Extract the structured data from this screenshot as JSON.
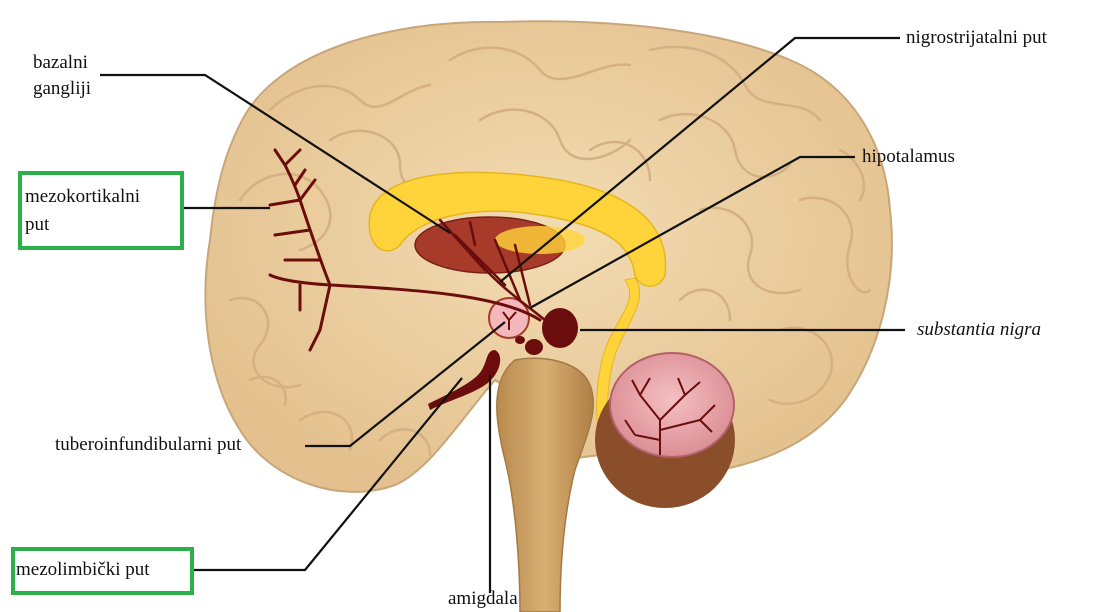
{
  "colors": {
    "highlight_box": "#2bb04a",
    "brain_fill": "#ecd2a4",
    "brain_outline": "#c9a67a",
    "pathway": "#6b0d0d",
    "basal_ganglia": "#ffd43a",
    "nucleus": "#a83a2a",
    "cerebellum": "#e9a3a8",
    "brainstem": "#c79a5c"
  },
  "labels": {
    "bazalni_gangliji_line1": "bazalni",
    "bazalni_gangliji_line2": "gangliji",
    "mezokortikalni_line1": "mezokortikalni",
    "mezokortikalni_line2": "put",
    "tuberoinfundibularni": "tuberoinfundibularni put",
    "mezolimbicki": "mezolimbički put",
    "amigdala": "amigdala",
    "nigrostrijatalni": "nigrostrijatalni put",
    "hipotalamus": "hipotalamus",
    "substantia_nigra": "substantia nigra"
  },
  "highlighted": [
    "mezokortikalni put",
    "mezolimbički put"
  ]
}
